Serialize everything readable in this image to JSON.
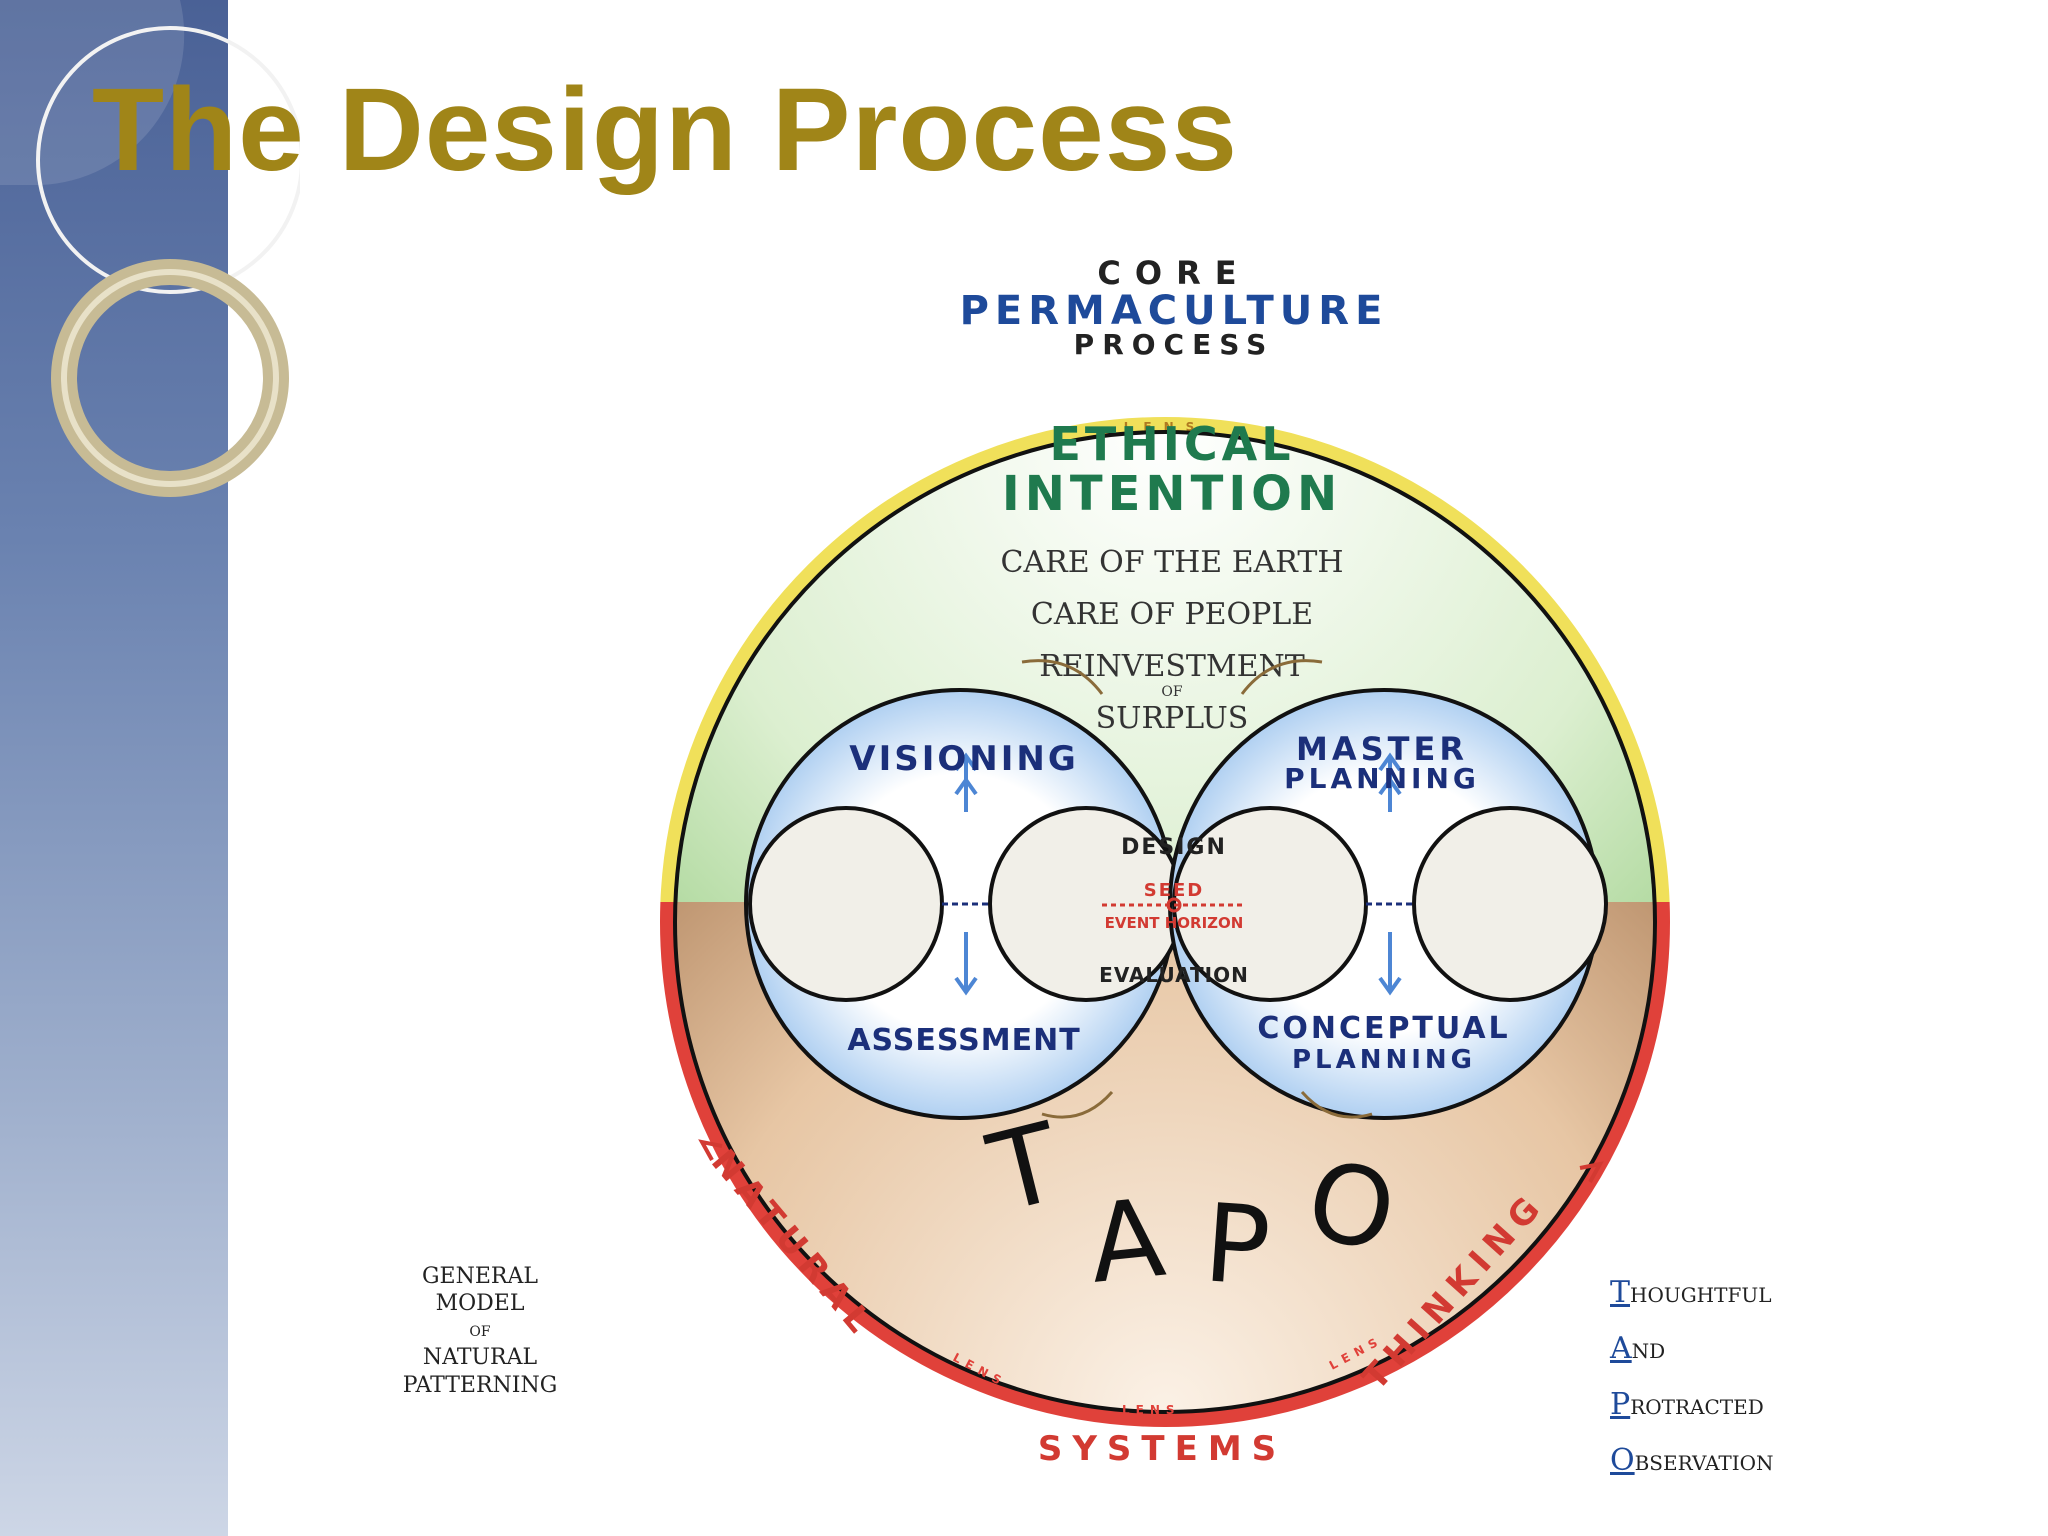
{
  "slide": {
    "title": "The Design Process"
  },
  "colors": {
    "title_gold": "#a08518",
    "sidebar_blue": "#5b72a6",
    "lens_yellow": "#f0e05a",
    "lens_red": "#e0413a",
    "ethics_green": "#7fbf6a",
    "earth_brown": "#9a6f44",
    "design_blue": "#8bb8e8",
    "label_navy": "#1b2f7a",
    "label_green": "#1f7a4e"
  },
  "diagram": {
    "header": {
      "line1": "CORE",
      "line2": "PERMACULTURE",
      "line3": "PROCESS"
    },
    "lens_top": "LENS",
    "ethics": {
      "title1": "ETHICAL",
      "title2": "INTENTION",
      "items": [
        "CARE OF THE EARTH",
        "CARE OF PEOPLE",
        "REINVESTMENT",
        "OF",
        "SURPLUS"
      ]
    },
    "left_circle": {
      "top": "VISIONING",
      "bottom": "ASSESSMENT"
    },
    "right_circle": {
      "top1": "MASTER",
      "top2": "PLANNING",
      "bottom1": "CONCEPTUAL",
      "bottom2": "PLANNING"
    },
    "center": {
      "design": "DESIGN",
      "seed": "SEED",
      "horizon": "EVENT HORIZON",
      "evaluation": "EVALUATION"
    },
    "tapo": [
      "T",
      "A",
      "P",
      "O"
    ],
    "bottom_arc": {
      "left": "NATURAL",
      "middle": "SYSTEMS",
      "right": "THINKING"
    },
    "lens_bottom": [
      "LENS",
      "LENS",
      "LENS"
    ],
    "model_note": [
      "GENERAL",
      "MODEL",
      "OF",
      "NATURAL",
      "PATTERNING"
    ],
    "acronym": [
      {
        "initial": "T",
        "rest": "HOUGHTFUL"
      },
      {
        "initial": "A",
        "rest": "ND"
      },
      {
        "initial": "P",
        "rest": "ROTRACTED"
      },
      {
        "initial": "O",
        "rest": "BSERVATION"
      }
    ]
  }
}
